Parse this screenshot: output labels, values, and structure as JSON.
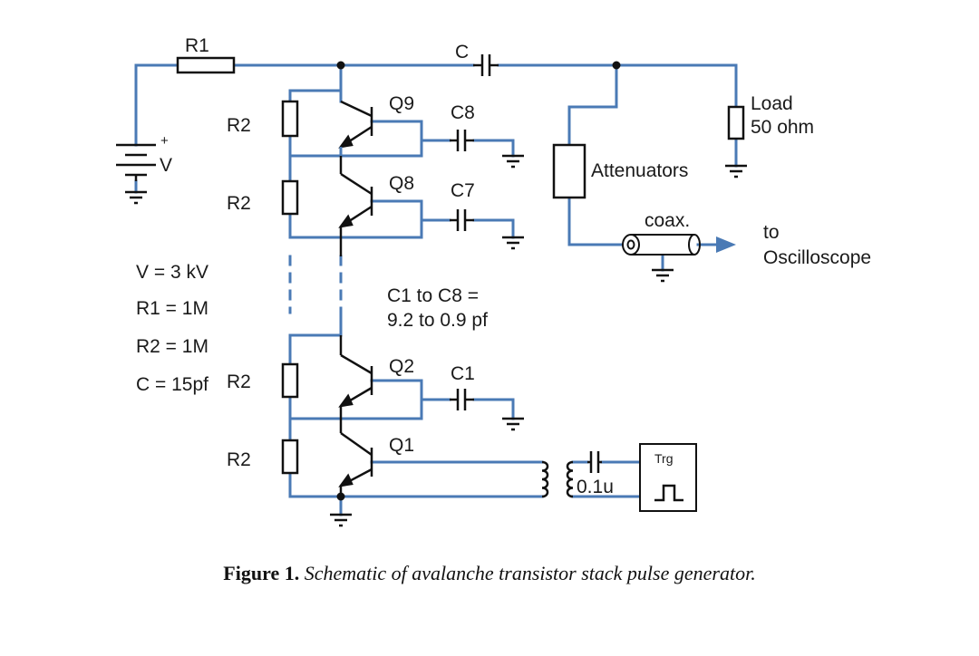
{
  "colors": {
    "wire": "#4a7ab5",
    "component": "#111111",
    "background": "#ffffff"
  },
  "labels": {
    "r1": "R1",
    "c_top": "C",
    "q9": "Q9",
    "q8": "Q8",
    "q2": "Q2",
    "q1": "Q1",
    "c8": "C8",
    "c7": "C7",
    "c1": "C1",
    "r2_a": "R2",
    "r2_b": "R2",
    "r2_c": "R2",
    "r2_d": "R2",
    "plus": "+",
    "v": "V",
    "attenuators": "Attenuators",
    "load_1": "Load",
    "load_2": "50 ohm",
    "coax": "coax.",
    "to_1": "to",
    "to_2": "Oscilloscope",
    "cap_range_1": "C1 to C8  =",
    "cap_range_2": "9.2 to 0.9 pf",
    "trg": "Trg",
    "c_trig": "0.1u"
  },
  "parameters": [
    "V = 3 kV",
    "R1 = 1M",
    "R2 = 1M",
    "C = 15pf"
  ],
  "caption": {
    "label": "Figure 1.",
    "text": "Schematic of avalanche transistor stack pulse generator."
  }
}
